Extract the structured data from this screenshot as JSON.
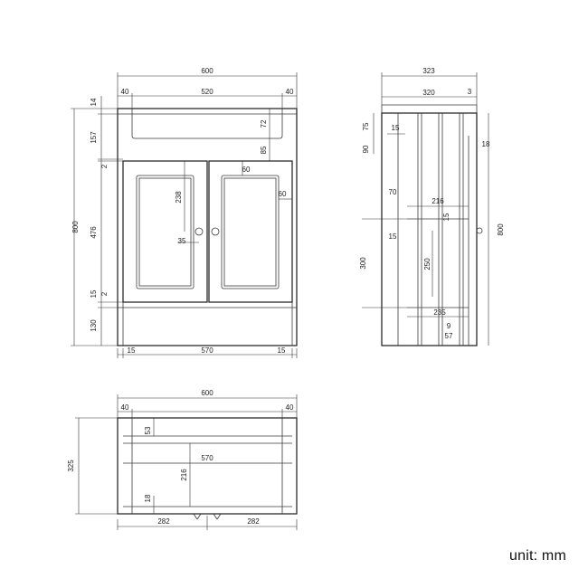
{
  "unit_label": "unit: mm",
  "front_view": {
    "width_total": "600",
    "side_left": "40",
    "side_right": "40",
    "top_opening": "520",
    "top_thickness": "14",
    "top_rail": "157",
    "basin_depth": "72",
    "gap_to_doors": "85",
    "gap_top_2": "2",
    "door_height": "476",
    "glass_height": "238",
    "door_frame_top": "60",
    "door_frame_side": "60",
    "knob_offset": "35",
    "bottom_15": "15",
    "bottom_2": "2",
    "plinth": "130",
    "overall_height": "800",
    "leg_left": "15",
    "base_width": "570",
    "leg_right": "15"
  },
  "side_view": {
    "depth_total": "323",
    "depth_inner": "320",
    "back_gap": "3",
    "frame_15_top": "15",
    "rail_75": "75",
    "rail_90": "90",
    "door_18": "18",
    "shelf_70": "70",
    "shelf_216": "216",
    "shelf_15_a": "15",
    "shelf_15_b": "15",
    "cut_300": "300",
    "cut_250": "250",
    "shelf_235": "235",
    "foot_9": "9",
    "foot_57": "57",
    "overall_height": "800"
  },
  "top_view": {
    "width_total": "600",
    "side_left": "40",
    "side_right": "40",
    "depth_total": "325",
    "rail_53": "53",
    "inner_570": "570",
    "inner_216": "216",
    "edge_18": "18",
    "half_left": "282",
    "half_right": "282"
  }
}
